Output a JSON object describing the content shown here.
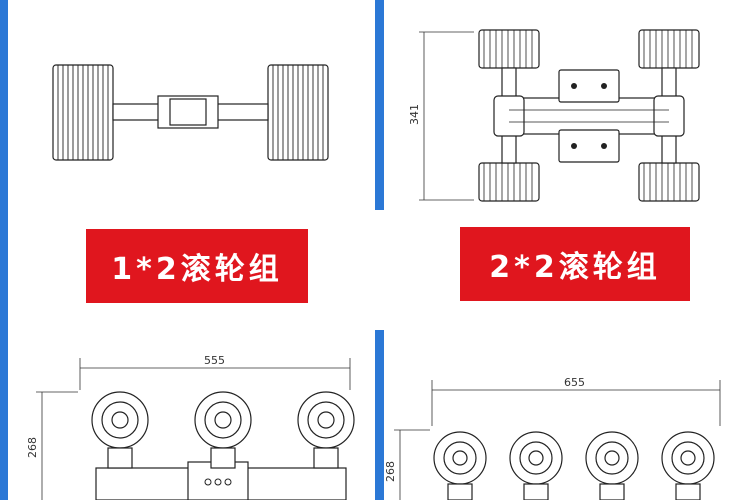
{
  "labels": {
    "top_left": "1*2滚轮组",
    "top_right": "2*2滚轮组"
  },
  "dimensions": {
    "top_right_height": "341",
    "bottom_left_width": "555",
    "bottom_left_height": "268",
    "bottom_right_width": "655",
    "bottom_right_height": "268"
  },
  "colors": {
    "background": "#2b78d6",
    "label_fill": "#e0161e",
    "label_text": "#ffffff",
    "line": "#222222"
  }
}
